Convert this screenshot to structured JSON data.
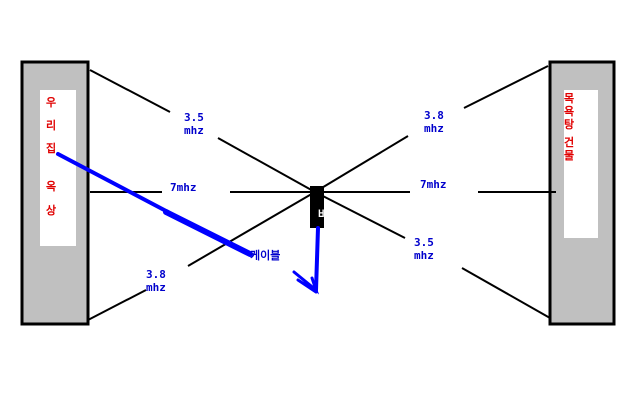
{
  "left_building": {
    "chars": [
      "우",
      "리",
      "집",
      "",
      "옥",
      "상"
    ]
  },
  "right_building": {
    "chars": [
      "목",
      "욕",
      "탕",
      "",
      "건",
      "물"
    ]
  },
  "labels": {
    "band_35_upper_left": [
      "3.5",
      "mhz"
    ],
    "band_38_upper_right": [
      "3.8",
      "mhz"
    ],
    "band_7_left": "7mhz",
    "band_7_right": "7mhz",
    "band_38_lower_left": [
      "3.8",
      "mhz"
    ],
    "band_35_lower_right": [
      "3.5",
      "mhz"
    ],
    "balun": "바룬",
    "cable": "케이블"
  },
  "colors": {
    "building_fill": "#c0c0c0",
    "outline": "#000000",
    "wire": "#000000",
    "cable": "#0000ff",
    "label_blue": "#0000cc",
    "label_red": "#e00000"
  }
}
